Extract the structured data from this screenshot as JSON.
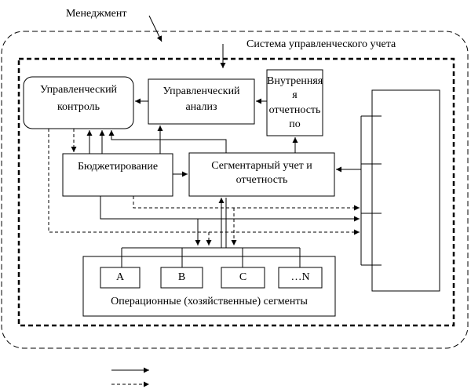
{
  "management": "Менеджмент",
  "system_title": "Система управленческого учета",
  "blocks": {
    "control": {
      "line1": "Управленческий",
      "line2": "контроль"
    },
    "analysis": {
      "line1": "Управленческий",
      "line2": "анализ"
    },
    "internal_reporting": {
      "line1": "Внутренняя",
      "line2": "я",
      "line3": "отчетность",
      "line4": "по"
    },
    "budgeting": "Бюджетирование",
    "segment_accounting": {
      "line1": "Сегментарный учет и",
      "line2": "отчетность"
    }
  },
  "segments": {
    "caption": "Операционные (хозяйственные) сегменты",
    "items": [
      "A",
      "B",
      "C",
      "…N"
    ]
  }
}
